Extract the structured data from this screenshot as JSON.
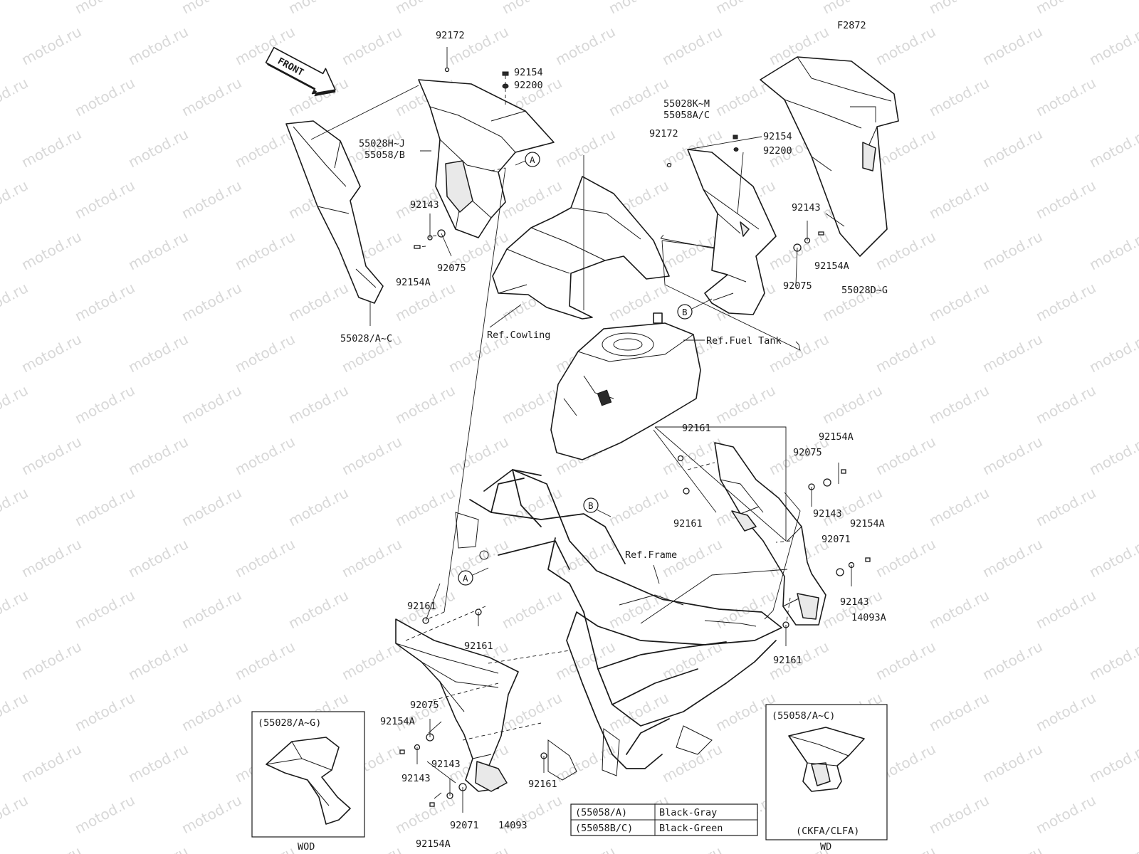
{
  "diagram_id": "F2872",
  "watermark": "motod.ru",
  "front_label": "FRONT",
  "references": {
    "cowling": "Ref.Cowling",
    "fuel_tank": "Ref.Fuel Tank",
    "frame": "Ref.Frame"
  },
  "markers": {
    "a": "A",
    "b": "B"
  },
  "part_labels": {
    "p92172_top": "92172",
    "p92154_top": "92154",
    "p92200_top": "92200",
    "p55028hj": "55028H~J",
    "p55058b": "55058/B",
    "p92143_ul": "92143",
    "p92075_ul": "92075",
    "p92154a_ul": "92154A",
    "p55028ac": "55028/A~C",
    "p55028km": "55028K~M",
    "p55058ac": "55058A/C",
    "p92172_ur": "92172",
    "p92154_ur": "92154",
    "p92200_ur": "92200",
    "p92143_ur": "92143",
    "p92075_ur": "92075",
    "p92154a_ur": "92154A",
    "p55028dg": "55028D~G",
    "p92161_r1": "92161",
    "p92154a_r1": "92154A",
    "p92075_r": "92075",
    "p92161_r2": "92161",
    "p92143_r1": "92143",
    "p92154a_r2": "92154A",
    "p92071_r": "92071",
    "p92143_r2": "92143",
    "p14093a": "14093A",
    "p92161_r3": "92161",
    "p92161_l1": "92161",
    "p92161_l2": "92161",
    "p92075_l": "92075",
    "p92154a_l1": "92154A",
    "p92143_l1": "92143",
    "p92143_l2": "92143",
    "p92161_l3": "92161",
    "p92071_l": "92071",
    "p92154a_l2": "92154A",
    "p14093": "14093"
  },
  "inset_left": {
    "title": "(55028/A~G)",
    "caption": "WOD"
  },
  "inset_right": {
    "title": "(55058/A~C)",
    "subtitle": "(CKFA/CLFA)",
    "caption": "WD"
  },
  "color_table": [
    {
      "part": "(55058/A)",
      "color": "Black-Gray"
    },
    {
      "part": "(55058B/C)",
      "color": "Black-Green"
    }
  ]
}
